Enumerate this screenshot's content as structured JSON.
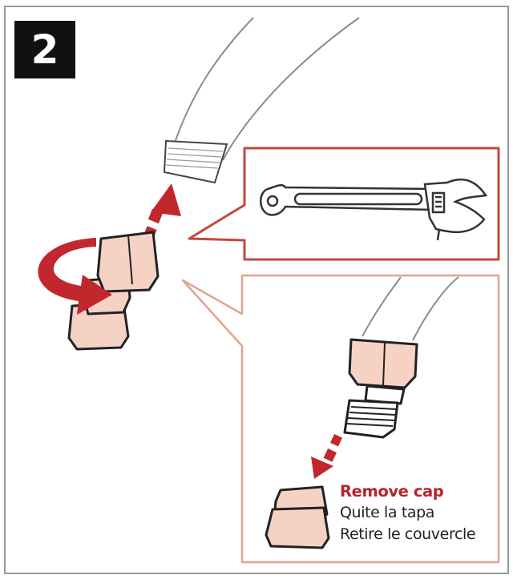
{
  "step": {
    "number": "2"
  },
  "instructions": {
    "english": "Remove cap",
    "spanish": "Quite la tapa",
    "french": "Retire le couvercle"
  },
  "colors": {
    "accent": "#b5242a",
    "callout_border": "#c24a3c",
    "callout_border_light": "#e0a48f",
    "part_fill": "#f6d2c4",
    "line": "#222222",
    "frame": "#9a9a9a"
  },
  "icons": {
    "wrench": "adjustable-wrench-icon",
    "rotation": "counterclockwise-arrow-icon",
    "up": "arrow-up-icon",
    "down": "arrow-down-icon"
  }
}
